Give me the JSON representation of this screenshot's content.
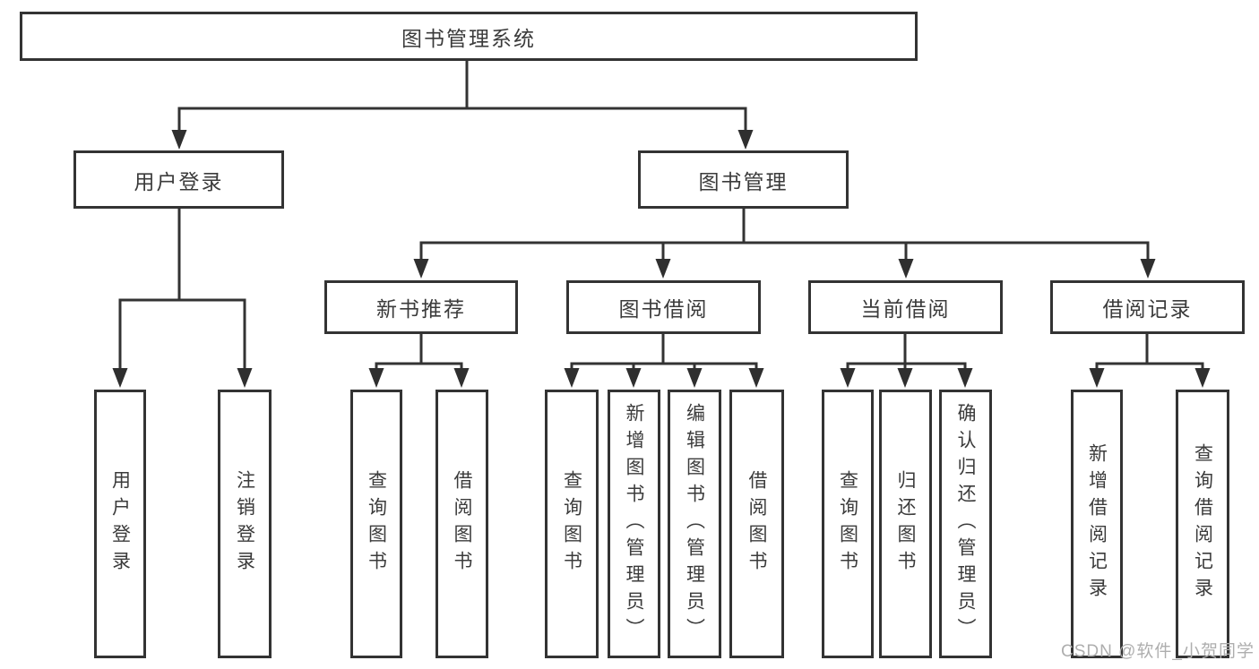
{
  "tree": {
    "root": {
      "label": "图书管理系统",
      "children": [
        {
          "label": "用户登录",
          "children": [
            {
              "label": "用户登录"
            },
            {
              "label": "注销登录"
            }
          ]
        },
        {
          "label": "图书管理",
          "children": [
            {
              "label": "新书推荐",
              "children": [
                {
                  "label": "查询图书"
                },
                {
                  "label": "借阅图书"
                }
              ]
            },
            {
              "label": "图书借阅",
              "children": [
                {
                  "label": "查询图书"
                },
                {
                  "label": "新增图书（管理员）"
                },
                {
                  "label": "编辑图书（管理员）"
                },
                {
                  "label": "借阅图书"
                }
              ]
            },
            {
              "label": "当前借阅",
              "children": [
                {
                  "label": "查询图书"
                },
                {
                  "label": "归还图书"
                },
                {
                  "label": "确认归还（管理员）"
                }
              ]
            },
            {
              "label": "借阅记录",
              "children": [
                {
                  "label": "新增借阅记录"
                },
                {
                  "label": "查询借阅记录"
                }
              ]
            }
          ]
        }
      ]
    }
  },
  "watermark": {
    "text": "CSDN @软件_小贺同学"
  },
  "colors": {
    "line": "#333333",
    "text": "#3b3b3b",
    "watermark": "#aeaeae",
    "background": "#ffffff"
  }
}
